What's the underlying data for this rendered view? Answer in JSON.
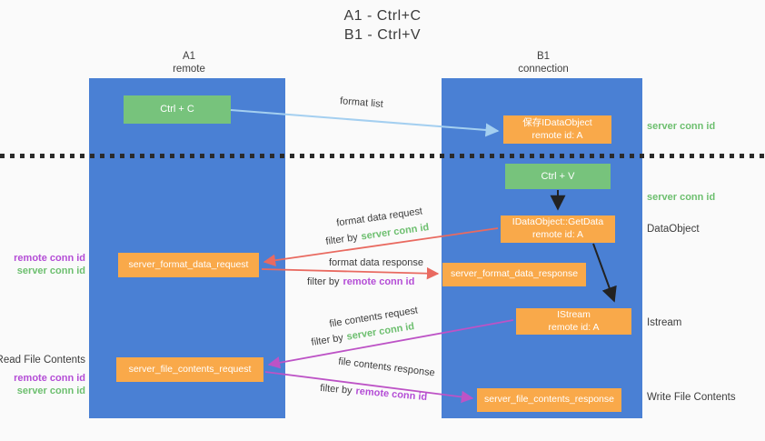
{
  "title": {
    "line1": "A1 - Ctrl+C",
    "line2": "B1 - Ctrl+V"
  },
  "lanes": {
    "left": {
      "name": "A1",
      "role": "remote"
    },
    "right": {
      "name": "B1",
      "role": "connection"
    }
  },
  "nodes": {
    "ctrl_c": {
      "label": "Ctrl + C"
    },
    "save_idataobject": {
      "line1": "保存IDataObject",
      "line2": "remote id: A"
    },
    "ctrl_v": {
      "label": "Ctrl + V"
    },
    "getdata": {
      "line1": "IDataObject::GetData",
      "line2": "remote id: A"
    },
    "format_request": {
      "label": "server_format_data_request"
    },
    "format_response": {
      "label": "server_format_data_response"
    },
    "istream": {
      "line1": "IStream",
      "line2": "remote id: A"
    },
    "file_request": {
      "label": "server_file_contents_request"
    },
    "file_response": {
      "label": "server_file_contents_response"
    }
  },
  "edges": {
    "format_list": {
      "label": "format list"
    },
    "format_data_request": {
      "label": "format data request",
      "filter_prefix": "filter by",
      "filter_key": "server conn id"
    },
    "format_data_response": {
      "label": "format data response",
      "filter_prefix": "filter by",
      "filter_key": "remote conn id"
    },
    "file_contents_request": {
      "label": "file contents request",
      "filter_prefix": "filter by",
      "filter_key": "server conn id"
    },
    "file_contents_response": {
      "label": "file contents response",
      "filter_prefix": "filter by",
      "filter_key": "remote conn id"
    }
  },
  "annotations": {
    "right_server_conn_id_top": "server conn id",
    "right_server_conn_id_mid": "server conn id",
    "dataobject": "DataObject",
    "istream": "Istream",
    "write_file_contents": "Write File Contents",
    "left_remote_conn_id_format": "remote conn id",
    "left_server_conn_id_format": "server conn id",
    "read_file_contents": "Read File Contents",
    "left_remote_conn_id_file": "remote conn id",
    "left_server_conn_id_file": "server conn id"
  },
  "colors": {
    "background": "#fafafa",
    "lane_blue": "#4a80d4",
    "box_green": "#77c37c",
    "box_orange": "#f9a94a",
    "arrow_blue": "#a4cff0",
    "arrow_red": "#e96a60",
    "arrow_magenta": "#bd53c6",
    "arrow_black": "#222222",
    "text_green": "#6dbf6f",
    "text_purple": "#b44dd6",
    "text_dark": "#3c3c3c"
  }
}
